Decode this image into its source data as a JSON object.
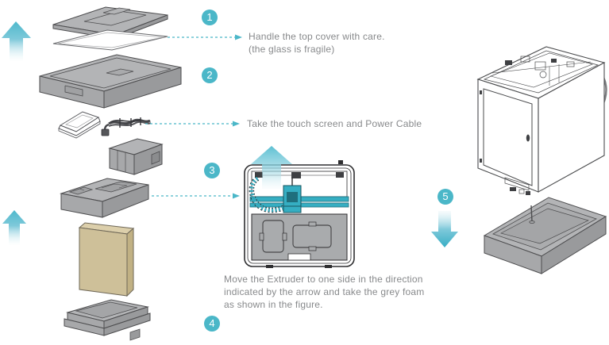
{
  "steps": [
    {
      "number": "1"
    },
    {
      "number": "2"
    },
    {
      "number": "3"
    },
    {
      "number": "4"
    },
    {
      "number": "5"
    }
  ],
  "annotations": {
    "step1": {
      "line1": "Handle the top cover with care.",
      "line2": "(the glass is fragile)"
    },
    "step2": {
      "line1": "Take the touch screen and Power Cable"
    },
    "step3": {
      "line1": "Move the Extruder to one side in the direction",
      "line2": "indicated by the arrow and take the grey foam",
      "line3": "as shown in the figure."
    }
  },
  "colors": {
    "accent_teal": "#4BB7C8",
    "gantry_teal": "#35AEC2",
    "text_grey": "#87898B",
    "foam_grey": "#B3B4B6",
    "foam_grey_dark": "#999A9C",
    "outline_grey": "#4D4D4F",
    "carton_tan": "#CEC099"
  },
  "figures": [
    "top-cover-lid",
    "glass-panel",
    "base-foam-box",
    "touch-screen",
    "power-cable",
    "small-foam-block",
    "foam-insert-with-cutouts",
    "accessory-carton",
    "bottom-foam-insert",
    "printer-interior-top-view",
    "printer-unit",
    "foam-base-tray"
  ]
}
